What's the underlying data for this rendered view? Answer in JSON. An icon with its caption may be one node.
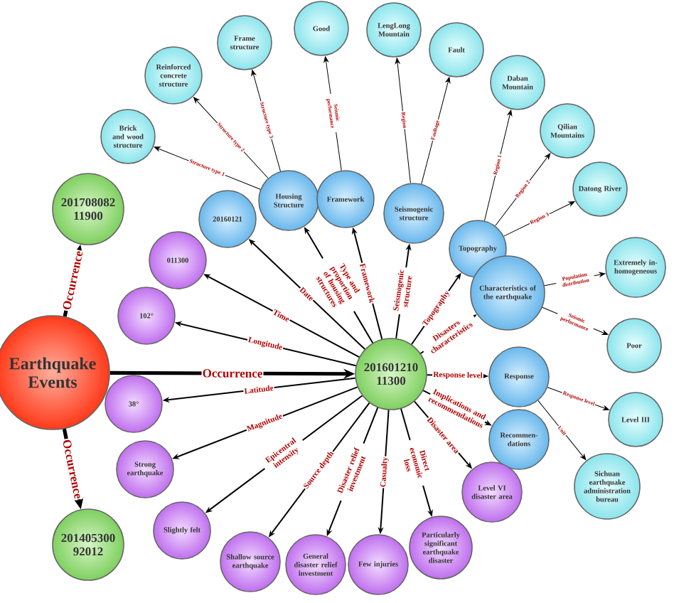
{
  "diagram": {
    "nodes": [
      {
        "text": [
          "Earthquake Events"
        ]
      },
      {
        "text": [
          "201708082 11900"
        ]
      },
      {
        "text": [
          "201405300 92012"
        ]
      },
      {
        "text": [
          "201601210 11300"
        ]
      },
      {
        "text": [
          "Brick and wood structure"
        ]
      },
      {
        "text": [
          "Reinforced concrete structure"
        ]
      },
      {
        "text": [
          "Frame structure"
        ]
      },
      {
        "text": [
          "Good"
        ]
      },
      {
        "text": [
          "LengLong Mountain"
        ]
      },
      {
        "text": [
          "Fault"
        ]
      },
      {
        "text": [
          "Daban Mountain"
        ]
      },
      {
        "text": [
          "Qilian Mountains"
        ]
      },
      {
        "text": [
          "Datong River"
        ]
      },
      {
        "text": [
          "Housing Structure"
        ]
      },
      {
        "text": [
          "Framework"
        ]
      },
      {
        "text": [
          "Seismogenic structure"
        ]
      },
      {
        "text": [
          "20160121"
        ]
      },
      {
        "text": [
          "Topography"
        ]
      },
      {
        "text": [
          "Characteristics of the earthquake"
        ]
      },
      {
        "text": [
          "Extremely in-homogeneous"
        ]
      },
      {
        "text": [
          "011300"
        ]
      },
      {
        "text": [
          "102°"
        ]
      },
      {
        "text": [
          "Poor"
        ]
      },
      {
        "text": [
          "Response"
        ]
      },
      {
        "text": [
          "38°"
        ]
      },
      {
        "text": [
          "Level III"
        ]
      },
      {
        "text": [
          "Recommen-dations"
        ]
      },
      {
        "text": [
          "Strong earthquake"
        ]
      },
      {
        "text": [
          "Sichuan earthquake administration bureau"
        ]
      },
      {
        "text": [
          "Level VI disaster area"
        ]
      },
      {
        "text": [
          "Slightly felt"
        ]
      },
      {
        "text": [
          "Particularly significant earthquake disaster"
        ]
      },
      {
        "text": [
          "Shallow source earthquake"
        ]
      },
      {
        "text": [
          "General disaster relief investment"
        ]
      },
      {
        "text": [
          "Few injuries"
        ]
      }
    ],
    "edges": [
      {
        "from": 0,
        "to": 3,
        "arrow": "to",
        "label": "Occurrence",
        "style": "thick"
      },
      {
        "from": 0,
        "to": 1,
        "arrow": "to",
        "label": "Occurrence",
        "style": "thick"
      },
      {
        "from": 0,
        "to": 2,
        "arrow": "to",
        "label": "Occurrence",
        "style": "thick"
      },
      {
        "from": 3,
        "to": 16,
        "arrow": "to",
        "label": "Date"
      },
      {
        "from": 3,
        "to": 20,
        "arrow": "to",
        "label": "Time"
      },
      {
        "from": 3,
        "to": 21,
        "arrow": "to",
        "label": "Longitude"
      },
      {
        "from": 3,
        "to": 24,
        "arrow": "to",
        "label": "Latitude"
      },
      {
        "from": 3,
        "to": 27,
        "arrow": "to",
        "label": "Magnitude"
      },
      {
        "from": 3,
        "to": 30,
        "arrow": "to",
        "label": "Epicentral intensity"
      },
      {
        "from": 3,
        "to": 32,
        "arrow": "to",
        "label": "Source depth"
      },
      {
        "from": 3,
        "to": 33,
        "arrow": "to",
        "label": "Disaster relief investment"
      },
      {
        "from": 3,
        "to": 34,
        "arrow": "to",
        "label": "Casualty"
      },
      {
        "from": 3,
        "to": 31,
        "arrow": "to",
        "label": "Direct economic loss"
      },
      {
        "from": 3,
        "to": 29,
        "arrow": "to",
        "label": "Disaster area"
      },
      {
        "from": 3,
        "to": 26,
        "arrow": "to",
        "label": "Implications and recommendations"
      },
      {
        "from": 3,
        "to": 23,
        "arrow": "to",
        "label": "Response level"
      },
      {
        "from": 3,
        "to": 18,
        "arrow": "to",
        "label": "Disasters characteristics"
      },
      {
        "from": 3,
        "to": 17,
        "arrow": "to",
        "label": "Topography"
      },
      {
        "from": 3,
        "to": 15,
        "arrow": "to",
        "label": "Seismogenic structure"
      },
      {
        "from": 3,
        "to": 14,
        "arrow": "to",
        "label": "Framework"
      },
      {
        "from": 3,
        "to": 13,
        "arrow": "to",
        "label": "Type and proportion of housing structures"
      },
      {
        "from": 13,
        "to": 4,
        "arrow": "to",
        "label": "Structure type 1"
      },
      {
        "from": 13,
        "to": 5,
        "arrow": "to",
        "label": "Structure type 2"
      },
      {
        "from": 13,
        "to": 6,
        "arrow": "to",
        "label": "Structure type 3"
      },
      {
        "from": 14,
        "to": 7,
        "arrow": "to",
        "label": "Seismic performance"
      },
      {
        "from": 15,
        "to": 8,
        "arrow": "to",
        "label": "Region"
      },
      {
        "from": 15,
        "to": 9,
        "arrow": "to",
        "label": "Faultage"
      },
      {
        "from": 17,
        "to": 10,
        "arrow": "to",
        "label": "Region 1"
      },
      {
        "from": 17,
        "to": 11,
        "arrow": "to",
        "label": "Region 2"
      },
      {
        "from": 17,
        "to": 12,
        "arrow": "to",
        "label": "Region 3"
      },
      {
        "from": 18,
        "to": 19,
        "arrow": "to",
        "label": "Population distribution"
      },
      {
        "from": 18,
        "to": 22,
        "arrow": "to",
        "label": "Seismic performance"
      },
      {
        "from": 23,
        "to": 25,
        "arrow": "to",
        "label": "Response level"
      },
      {
        "from": 23,
        "to": 28,
        "arrow": "to",
        "label": "Unit"
      }
    ]
  }
}
